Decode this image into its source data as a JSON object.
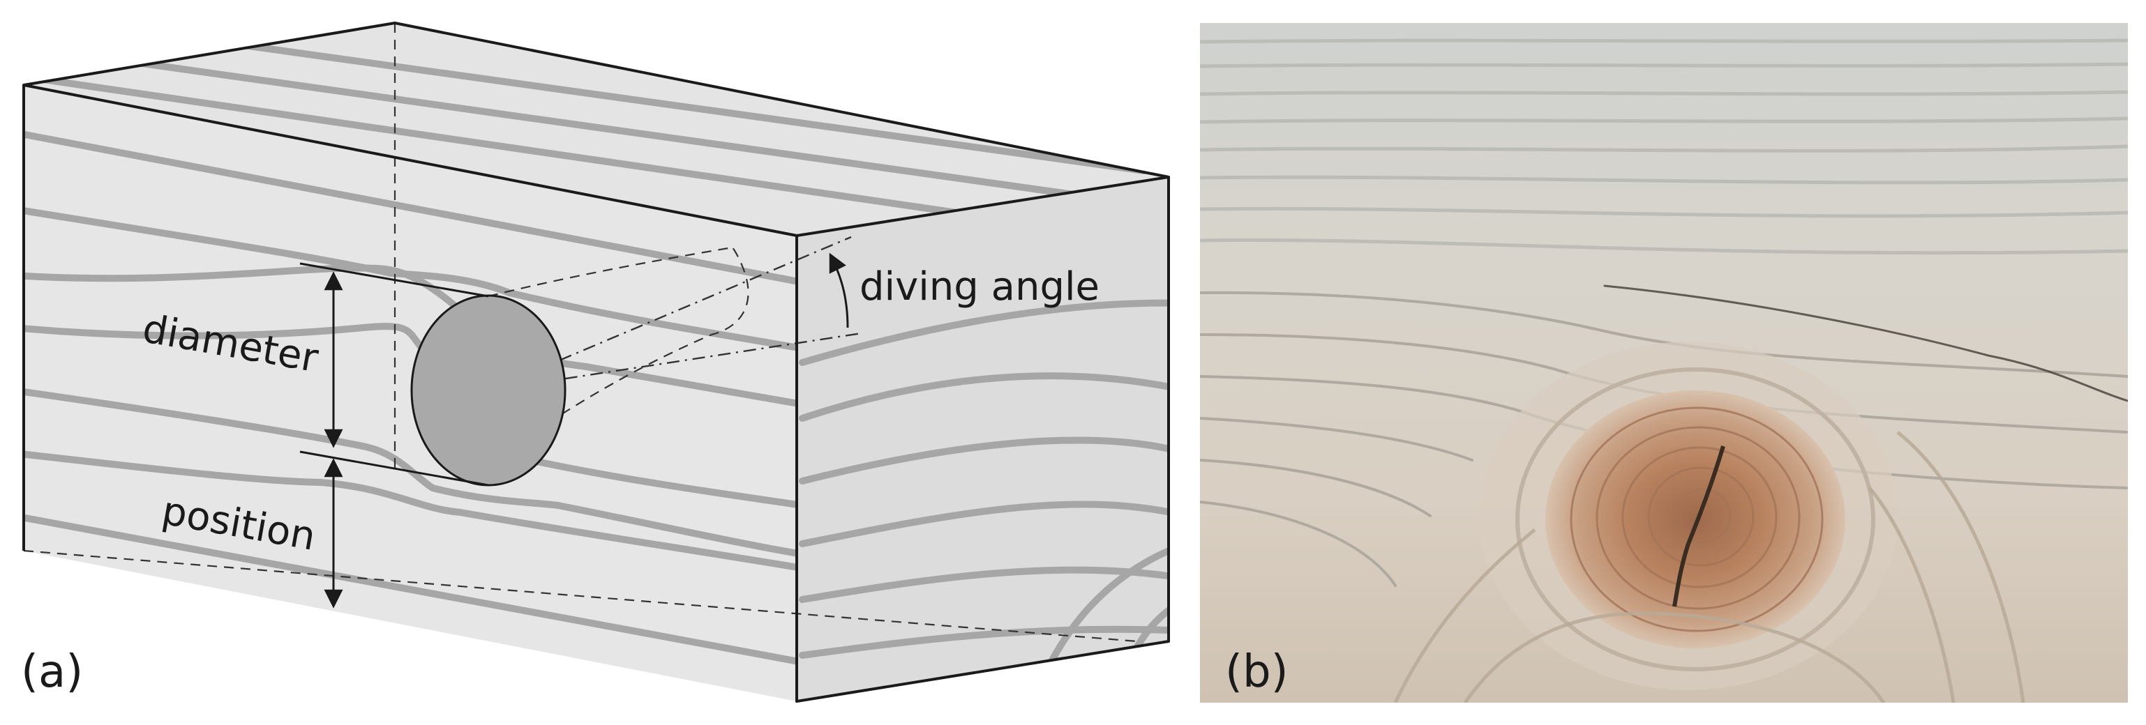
{
  "panel_a": {
    "label": "(a)",
    "annotations": {
      "diameter": "diameter",
      "position": "position",
      "diving_angle": "diving angle"
    }
  },
  "panel_b": {
    "label": "(b)"
  },
  "colors": {
    "face_top": "#e4e4e4",
    "face_front": "#e6e6e6",
    "face_side": "#dcdcdc",
    "grain": "#a6a6a6",
    "knot": "#a9a9a9",
    "edge": "#1a1a1a",
    "wood_light": "#d6d1c8",
    "knot_wood": "#b8896a"
  }
}
